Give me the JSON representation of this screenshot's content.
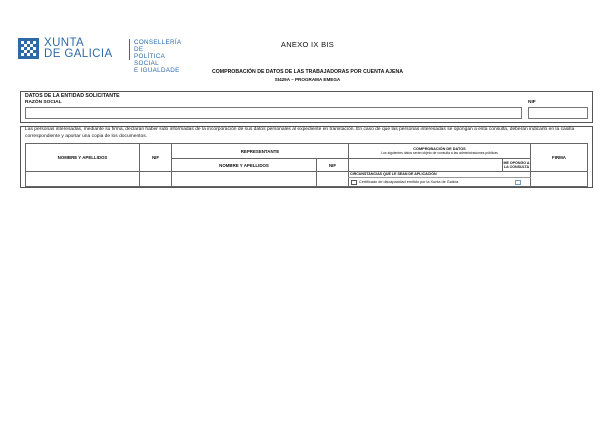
{
  "header": {
    "logo": {
      "xunta_line1": "XUNTA",
      "xunta_line2": "DE GALICIA",
      "consellería_line1": "CONSELLERÍA DE",
      "consellería_line2": "POLÍTICA SOCIAL",
      "consellería_line3": "E IGUALDADE",
      "color": "#2e6aa8"
    },
    "annex": "ANEXO IX BIS",
    "title": "COMPROBACIÓN DE DATOS DE LAS TRABAJADORAS POR CUENTA AJENA",
    "subtitle": "SI429A – PROGRAMA EMEGA"
  },
  "entity_section": {
    "heading": "DATOS DE LA ENTIDAD SOLICITANTE",
    "razon_social_label": "RAZÓN SOCIAL",
    "nif_label": "NIF",
    "razon_social_value": "",
    "nif_value": ""
  },
  "consent": {
    "paragraph": "Las personas interesadas, mediante su firma, declaran haber sido informadas de la incorporación de sus datos personales al expediente en tramitación. En caso de que las personas interesadas se opongan a esta consulta, deberán indicarlo en la casilla correspondiente y aportar una copia de los documentos."
  },
  "table": {
    "col_nombre": "NOMBRE Y APELLIDOS",
    "col_nif": "NIF",
    "representante": "REPRESENTANTE",
    "rep_nombre": "NOMBRE Y APELLIDOS",
    "rep_nif": "NIF",
    "comprobacion_title": "COMPROBACIÓN DE DATOS",
    "comprobacion_sub": "Los siguientes datos serán objeto de consulta a las administraciones públicas",
    "me_opongo": "ME OPONGO A LA CONSULTA",
    "firma": "FIRMA",
    "circunstancias": "CIRCUNSTANCIAS QUE LE SEAN DE APLICACIÓN",
    "certificado": "Certificado de discapacidad emitido por la Xunta de Galicia"
  }
}
